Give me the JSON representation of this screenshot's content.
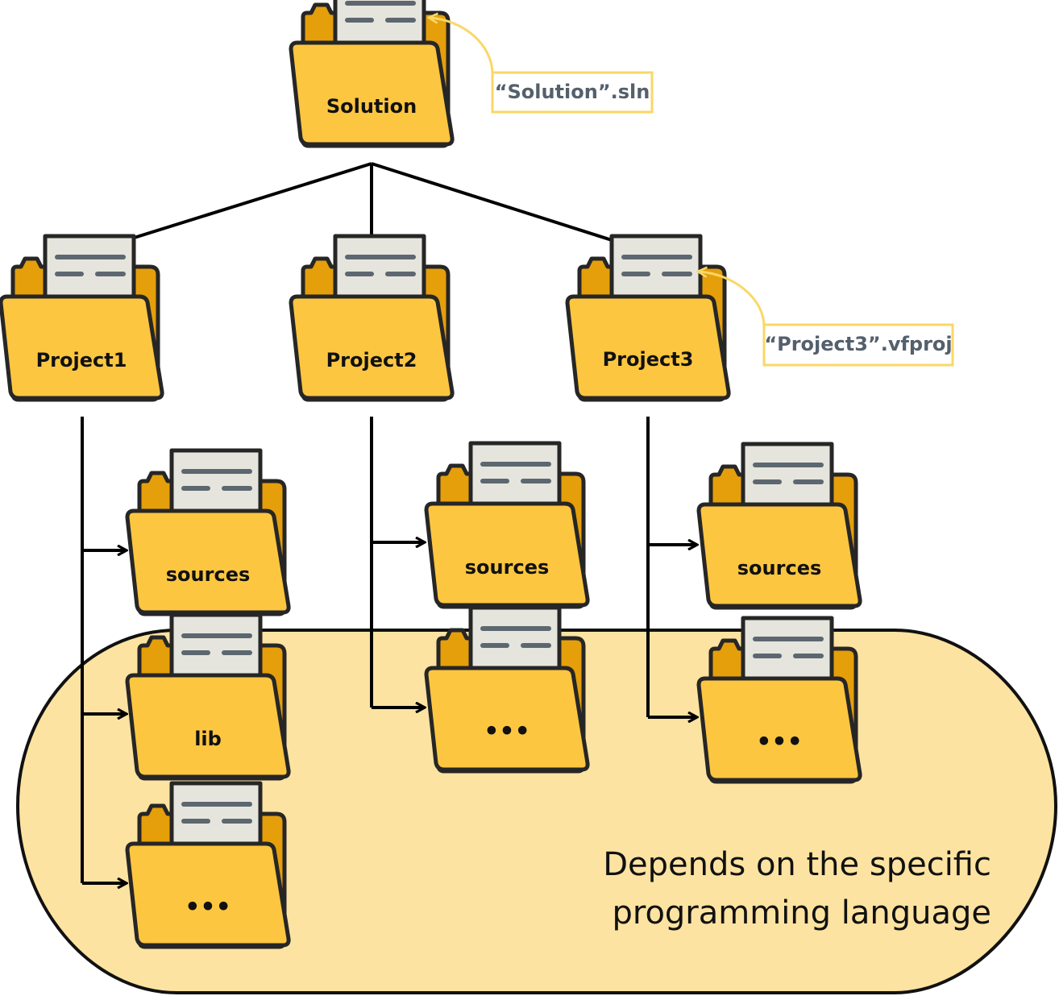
{
  "colors": {
    "folder_front": "#fdc640",
    "folder_back": "#e59f0a",
    "paper": "#e6e5dd",
    "outline": "#262626",
    "region_fill": "#fde3a1",
    "callout_border": "#fad766",
    "callout_text": "#54606c"
  },
  "folders": {
    "solution": "Solution",
    "project1": "Project1",
    "project2": "Project2",
    "project3": "Project3",
    "p1_sources": "sources",
    "p1_lib": "lib",
    "p1_more": "•••",
    "p2_sources": "sources",
    "p2_more": "•••",
    "p3_sources": "sources",
    "p3_more": "•••"
  },
  "callouts": {
    "solution_file": "“Solution”.sln",
    "project3_file": "“Project3”.vfproj"
  },
  "region": {
    "line1": "Depends on the specific",
    "line2": "programming language"
  }
}
